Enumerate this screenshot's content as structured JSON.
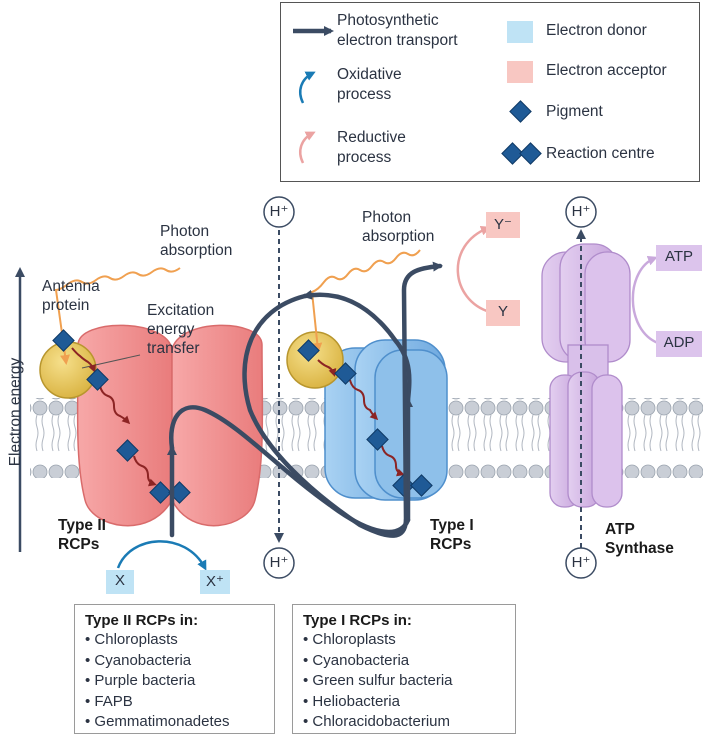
{
  "legend": {
    "transport": "Photosynthetic electron transport",
    "oxidative": "Oxidative process",
    "reductive": "Reductive process",
    "donor": "Electron donor",
    "acceptor": "Electron acceptor",
    "pigment": "Pigment",
    "reaction_centre": "Reaction centre"
  },
  "axis_label": "Electron energy",
  "labels": {
    "antenna": "Antenna protein",
    "photon_left": "Photon absorption",
    "photon_right": "Photon absorption",
    "excitation": "Excitation energy transfer",
    "h_top_left": "H⁺",
    "h_bottom_left": "H⁺",
    "h_top_right": "H⁺",
    "h_bottom_right": "H⁺",
    "type2": "Type II RCPs",
    "type1": "Type I RCPs",
    "atp_synthase": "ATP Synthase",
    "x": "X",
    "x_plus": "X⁺",
    "y_minus": "Y⁻",
    "y": "Y",
    "atp": "ATP",
    "adp": "ADP"
  },
  "type2_box": {
    "title": "Type II RCPs in:",
    "items": [
      "Chloroplasts",
      "Cyanobacteria",
      "Purple bacteria",
      "FAPB",
      "Gemmatimonadetes"
    ]
  },
  "type1_box": {
    "title": "Type I RCPs in:",
    "items": [
      "Chloroplasts",
      "Cyanobacteria",
      "Green sulfur bacteria",
      "Heliobacteria",
      "Chloracidobacterium"
    ]
  },
  "colors": {
    "transport": "#3b4b63",
    "oxidative": "#1a7bb5",
    "reductive": "#eba3a2",
    "donor": "#bfe3f5",
    "acceptor": "#f8c7c2",
    "pigment": "#1f5a96",
    "type2_protein": "#f08c8c",
    "type1_protein": "#7fb6e6",
    "atp_synthase": "#d3b5e2",
    "antenna": "#e8c860"
  }
}
